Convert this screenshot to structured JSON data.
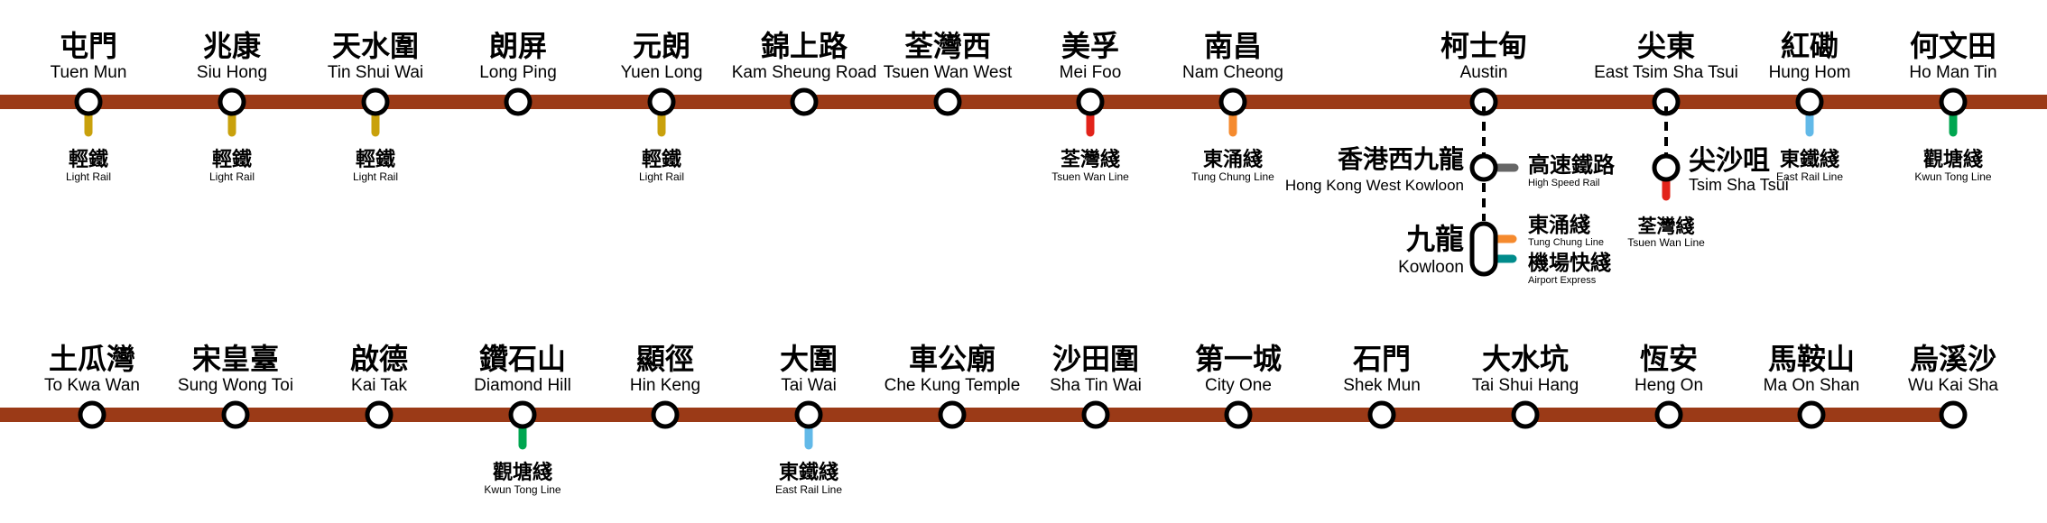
{
  "line_color": "#9b3a17",
  "station_fill": "#ffffff",
  "station_stroke": "#000000",
  "connection_colors": {
    "light_rail": "#c9a10c",
    "tsuen_wan": "#e2231a",
    "tung_chung": "#f58a2e",
    "east_rail": "#62b9e8",
    "kwun_tong": "#00a650",
    "high_speed": "#666666",
    "airport_express": "#008b8b"
  },
  "row1": {
    "stations": [
      {
        "zh": "屯門",
        "en": "Tuen Mun",
        "connection": {
          "zh": "輕鐵",
          "en": "Light Rail",
          "color": "light_rail"
        }
      },
      {
        "zh": "兆康",
        "en": "Siu Hong",
        "connection": {
          "zh": "輕鐵",
          "en": "Light Rail",
          "color": "light_rail"
        }
      },
      {
        "zh": "天水圍",
        "en": "Tin Shui Wai",
        "connection": {
          "zh": "輕鐵",
          "en": "Light Rail",
          "color": "light_rail"
        }
      },
      {
        "zh": "朗屏",
        "en": "Long Ping"
      },
      {
        "zh": "元朗",
        "en": "Yuen Long",
        "connection": {
          "zh": "輕鐵",
          "en": "Light Rail",
          "color": "light_rail"
        }
      },
      {
        "zh": "錦上路",
        "en": "Kam Sheung Road"
      },
      {
        "zh": "荃灣西",
        "en": "Tsuen Wan West"
      },
      {
        "zh": "美孚",
        "en": "Mei Foo",
        "connection": {
          "zh": "荃灣綫",
          "en": "Tsuen Wan Line",
          "color": "tsuen_wan"
        }
      },
      {
        "zh": "南昌",
        "en": "Nam Cheong",
        "connection": {
          "zh": "東涌綫",
          "en": "Tung Chung Line",
          "color": "tung_chung"
        }
      },
      {
        "zh": "柯士甸",
        "en": "Austin"
      },
      {
        "zh": "尖東",
        "en": "East Tsim Sha Tsui"
      },
      {
        "zh": "紅磡",
        "en": "Hung Hom",
        "connection": {
          "zh": "東鐵綫",
          "en": "East Rail Line",
          "color": "east_rail"
        }
      },
      {
        "zh": "何文田",
        "en": "Ho Man Tin",
        "connection": {
          "zh": "觀塘綫",
          "en": "Kwun Tong Line",
          "color": "kwun_tong"
        }
      }
    ]
  },
  "interchanges": {
    "hong_kong_west_kowloon": {
      "zh": "香港西九龍",
      "en": "Hong Kong West Kowloon",
      "connection": {
        "zh": "高速鐵路",
        "en": "High Speed Rail",
        "color": "high_speed"
      }
    },
    "kowloon": {
      "zh": "九龍",
      "en": "Kowloon",
      "connections": [
        {
          "zh": "東涌綫",
          "en": "Tung Chung Line",
          "color": "tung_chung"
        },
        {
          "zh": "機場快綫",
          "en": "Airport Express",
          "color": "airport_express"
        }
      ]
    },
    "tsim_sha_tsui": {
      "zh": "尖沙咀",
      "en": "Tsim Sha Tsui",
      "connection": {
        "zh": "荃灣綫",
        "en": "Tsuen Wan Line",
        "color": "tsuen_wan"
      }
    }
  },
  "row2": {
    "stations": [
      {
        "zh": "土瓜灣",
        "en": "To Kwa Wan"
      },
      {
        "zh": "宋皇臺",
        "en": "Sung Wong Toi"
      },
      {
        "zh": "啟德",
        "en": "Kai Tak"
      },
      {
        "zh": "鑽石山",
        "en": "Diamond Hill",
        "connection": {
          "zh": "觀塘綫",
          "en": "Kwun Tong Line",
          "color": "kwun_tong"
        }
      },
      {
        "zh": "顯徑",
        "en": "Hin Keng"
      },
      {
        "zh": "大圍",
        "en": "Tai Wai",
        "connection": {
          "zh": "東鐵綫",
          "en": "East Rail Line",
          "color": "east_rail"
        }
      },
      {
        "zh": "車公廟",
        "en": "Che Kung Temple"
      },
      {
        "zh": "沙田圍",
        "en": "Sha Tin Wai"
      },
      {
        "zh": "第一城",
        "en": "City One"
      },
      {
        "zh": "石門",
        "en": "Shek Mun"
      },
      {
        "zh": "大水坑",
        "en": "Tai Shui Hang"
      },
      {
        "zh": "恆安",
        "en": "Heng On"
      },
      {
        "zh": "馬鞍山",
        "en": "Ma On Shan"
      },
      {
        "zh": "烏溪沙",
        "en": "Wu Kai Sha"
      }
    ]
  }
}
